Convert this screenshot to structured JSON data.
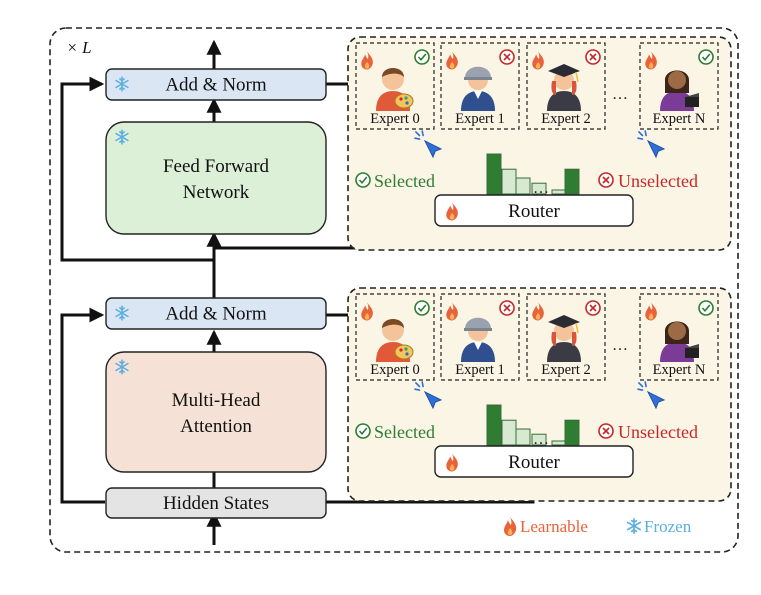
{
  "repeat_label": "× L",
  "blocks": {
    "add_norm": "Add & Norm",
    "ffn_line1": "Feed Forward",
    "ffn_line2": "Network",
    "mha_line1": "Multi-Head",
    "mha_line2": "Attention",
    "hidden_states": "Hidden States"
  },
  "moe": {
    "experts": [
      "Expert 0",
      "Expert 1",
      "Expert 2",
      "Expert N"
    ],
    "expert_selected": [
      true,
      false,
      false,
      true
    ],
    "ellipsis": "…",
    "router": "Router",
    "selected": "Selected",
    "unselected": "Unselected",
    "router_bar_levels": [
      1.0,
      0.62,
      0.4,
      0.27,
      0.1,
      0.62
    ]
  },
  "legend": {
    "learnable": "Learnable",
    "frozen": "Frozen"
  },
  "colors": {
    "add_norm_fill": "#dbe6f5",
    "ffn_fill": "#dcefd7",
    "mha_fill": "#f6e1d6",
    "hidden_fill": "#e4e4e4",
    "moe_fill": "#fbf5e6",
    "selected_green": "#2e7d32",
    "unselected_red": "#c62828",
    "learnable_orange": "#e8623a",
    "frozen_blue": "#5aaee0"
  }
}
